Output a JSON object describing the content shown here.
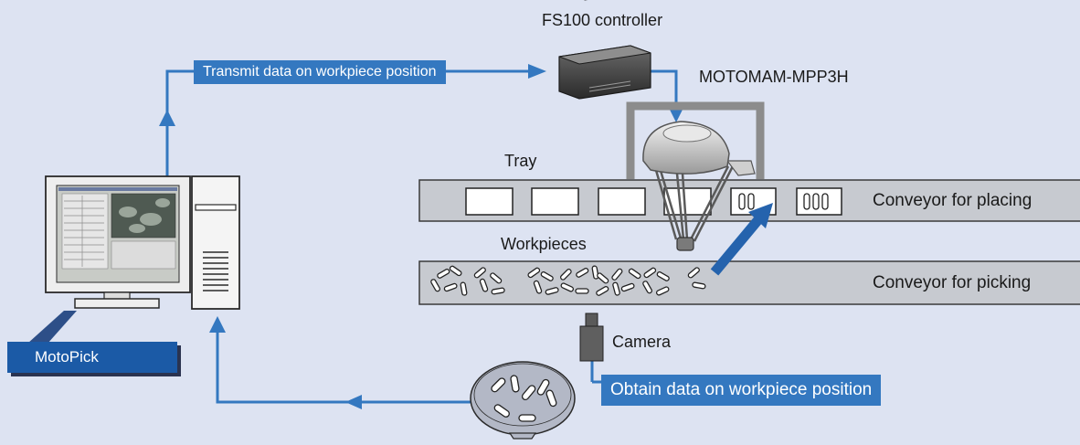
{
  "labels": {
    "controller": "FS100 controller",
    "robot": "MOTOMAM-MPP3H",
    "tray": "Tray",
    "workpieces": "Workpieces",
    "camera": "Camera",
    "software": "MotoPick",
    "transmit": "Transmit data on workpiece position",
    "obtain": "Obtain data on workpiece position",
    "conveyor_placing": "Conveyor for placing",
    "conveyor_picking": "Conveyor for picking"
  },
  "colors": {
    "background": "#dde3f2",
    "flow_arrow": "#3478c0",
    "label_box": "#3478c0",
    "software_badge": "#1b5aa6",
    "conveyor": "#c7cad0"
  }
}
